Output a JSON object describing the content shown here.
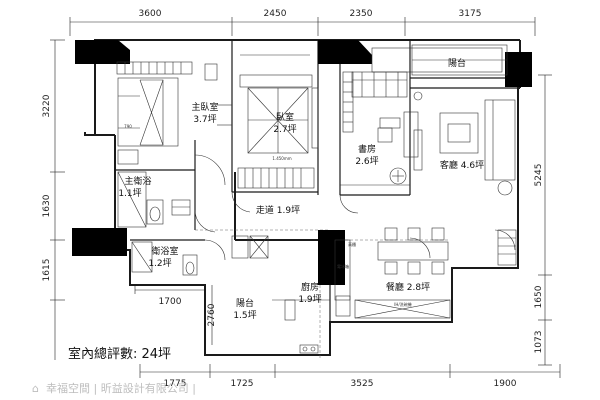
{
  "dimensions": {
    "top": [
      "3600",
      "2450",
      "2350",
      "3175"
    ],
    "bottom": [
      "1775",
      "1725",
      "3525",
      "1900"
    ],
    "left": [
      "3220",
      "1630",
      "1615"
    ],
    "right": [
      "5245",
      "1650",
      "1073"
    ],
    "inner": {
      "bath_width": "1700",
      "balcony_height": "2760",
      "closet_depth": "790",
      "bed_size": "1.450mm"
    }
  },
  "rooms": {
    "master_bedroom": {
      "name": "主臥室",
      "area": "3.7坪"
    },
    "bedroom": {
      "name": "臥室",
      "area": "2.7坪"
    },
    "study": {
      "name": "書房",
      "area": "2.6坪"
    },
    "living_room": {
      "name": "客廳 4.6坪"
    },
    "balcony_top": {
      "name": "陽台"
    },
    "master_bath": {
      "name": "主衛浴",
      "area": "1.1坪"
    },
    "corridor": {
      "name": "走道 1.9坪"
    },
    "bathroom": {
      "name": "衛浴室",
      "area": "1.2坪"
    },
    "balcony_bottom": {
      "name": "陽台",
      "area": "1.5坪"
    },
    "kitchen": {
      "name": "廚房",
      "area": "1.9坪"
    },
    "dining": {
      "name": "餐廳 2.8坪"
    }
  },
  "small_labels": {
    "fridge": "電冰箱",
    "tall_cabinet": "高櫃",
    "kitchen_counter": "IH/洗碗機"
  },
  "total_area": "室內總評數: 24坪",
  "watermark": "幸福空間 | 昕益設計有限公司 |",
  "colors": {
    "line": "#1a1a1a",
    "column": "#000000",
    "watermark": "#bdbdbd"
  }
}
